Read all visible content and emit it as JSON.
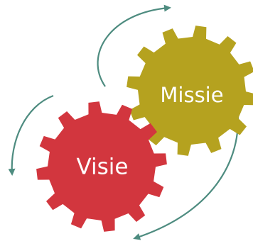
{
  "gears": {
    "mission": {
      "label": "Missie",
      "color": "#b5a21f"
    },
    "vision": {
      "label": "Visie",
      "color": "#d2363e"
    }
  },
  "arrows": {
    "color": "#4e8c80",
    "items": [
      {
        "from": "vision",
        "to": "mission",
        "direction": "clockwise-up"
      },
      {
        "from": "vision",
        "to": "left-down",
        "direction": "counterclockwise"
      },
      {
        "from": "mission",
        "to": "bottom",
        "direction": "clockwise-down"
      }
    ]
  }
}
